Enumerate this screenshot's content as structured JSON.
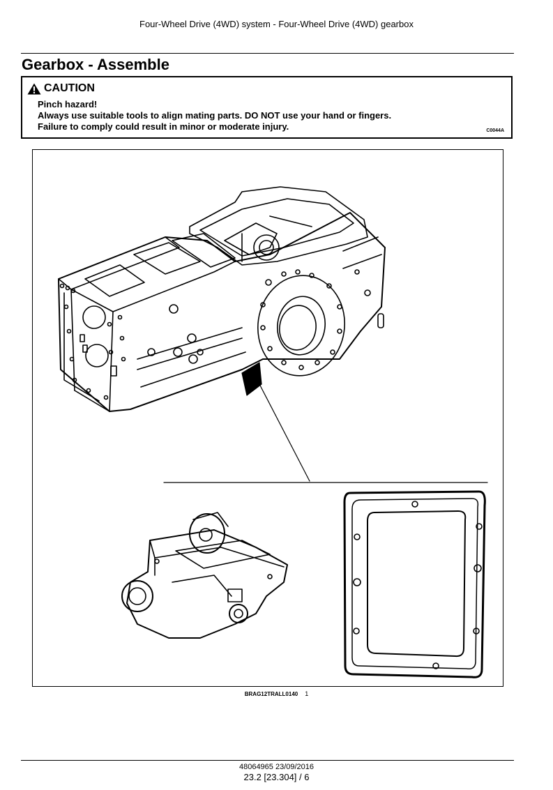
{
  "header": {
    "running_title": "Four-Wheel Drive (4WD) system - Four-Wheel Drive (4WD) gearbox"
  },
  "section": {
    "title": "Gearbox - Assemble"
  },
  "caution": {
    "label": "CAUTION",
    "icon": "warning-triangle-icon",
    "lines": [
      "Pinch hazard!",
      "Always use suitable tools to align mating parts. DO NOT use your hand or fingers.",
      "Failure to comply could result in minor or moderate injury."
    ],
    "code": "C0044A"
  },
  "figure": {
    "caption_code": "BRAG12TRALL0140",
    "caption_number": "1"
  },
  "footer": {
    "reference": "48064965 23/09/2016",
    "page": "23.2 [23.304] / 6"
  }
}
